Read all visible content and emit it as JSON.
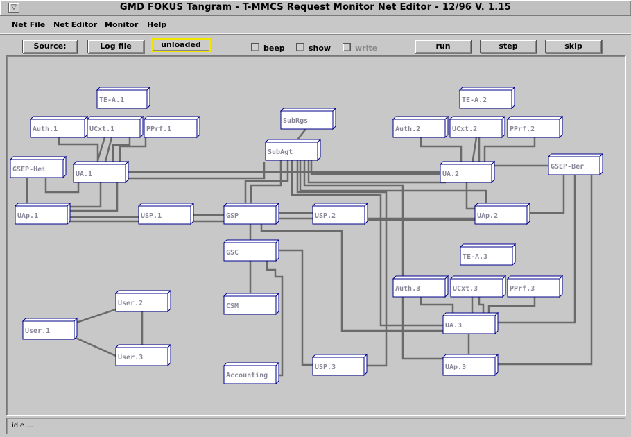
{
  "window": {
    "title": "GMD FOKUS Tangram - T-MMCS Request Monitor Net Editor - 12/96 V. 1.15",
    "menu_icon": "window-menu-icon"
  },
  "menu": {
    "items": [
      "Net File",
      "Net Editor",
      "Monitor",
      "Help"
    ]
  },
  "toolbar": {
    "source_label": "Source:",
    "logfile_label": "Log file",
    "state_label": "unloaded",
    "beep_label": "beep",
    "show_label": "show",
    "write_label": "write",
    "run_label": "run",
    "step_label": "step",
    "skip_label": "skip"
  },
  "status": {
    "text": "idle ..."
  },
  "nodes": [
    {
      "id": "te-a1",
      "label": "TE-A.1"
    },
    {
      "id": "auth1",
      "label": "Auth.1"
    },
    {
      "id": "ucxt1",
      "label": "UCxt.1"
    },
    {
      "id": "pprf1",
      "label": "PPrf.1"
    },
    {
      "id": "gsep-hei",
      "label": "GSEP-Hei"
    },
    {
      "id": "ua1",
      "label": "UA.1"
    },
    {
      "id": "uap1",
      "label": "UAp.1"
    },
    {
      "id": "usp1",
      "label": "USP.1"
    },
    {
      "id": "subrgs",
      "label": "SubRgs"
    },
    {
      "id": "subagt",
      "label": "SubAgt"
    },
    {
      "id": "gsp",
      "label": "GSP"
    },
    {
      "id": "usp2",
      "label": "USP.2"
    },
    {
      "id": "gsc",
      "label": "GSC"
    },
    {
      "id": "csm",
      "label": "CSM"
    },
    {
      "id": "accounting",
      "label": "Accounting"
    },
    {
      "id": "usp3",
      "label": "USP.3"
    },
    {
      "id": "te-a2",
      "label": "TE-A.2"
    },
    {
      "id": "auth2",
      "label": "Auth.2"
    },
    {
      "id": "ucxt2",
      "label": "UCxt.2"
    },
    {
      "id": "pprf2",
      "label": "PPrf.2"
    },
    {
      "id": "ua2",
      "label": "UA.2"
    },
    {
      "id": "gsep-ber",
      "label": "GSEP-Ber"
    },
    {
      "id": "uap2",
      "label": "UAp.2"
    },
    {
      "id": "te-a3",
      "label": "TE-A.3"
    },
    {
      "id": "auth3",
      "label": "Auth.3"
    },
    {
      "id": "ucxt3",
      "label": "UCxt.3"
    },
    {
      "id": "pprf3",
      "label": "PPrf.3"
    },
    {
      "id": "ua3",
      "label": "UA.3"
    },
    {
      "id": "uap3",
      "label": "UAp.3"
    },
    {
      "id": "user1",
      "label": "User.1"
    },
    {
      "id": "user2",
      "label": "User.2"
    },
    {
      "id": "user3",
      "label": "User.3"
    }
  ]
}
